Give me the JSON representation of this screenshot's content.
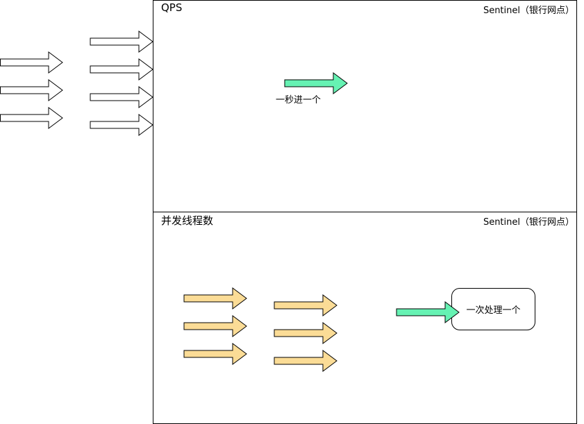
{
  "colors": {
    "outline": "#000000",
    "white_fill": "#ffffff",
    "green_fill": "#66f2b3",
    "yellow_fill": "#fbdc96"
  },
  "qps_panel": {
    "title": "QPS",
    "tag": "Sentinel（银行网点）",
    "green_arrow_label": "一秒进一个"
  },
  "thread_panel": {
    "title": "并发线程数",
    "tag": "Sentinel（银行网点）",
    "process_box_label": "一次处理一个"
  }
}
